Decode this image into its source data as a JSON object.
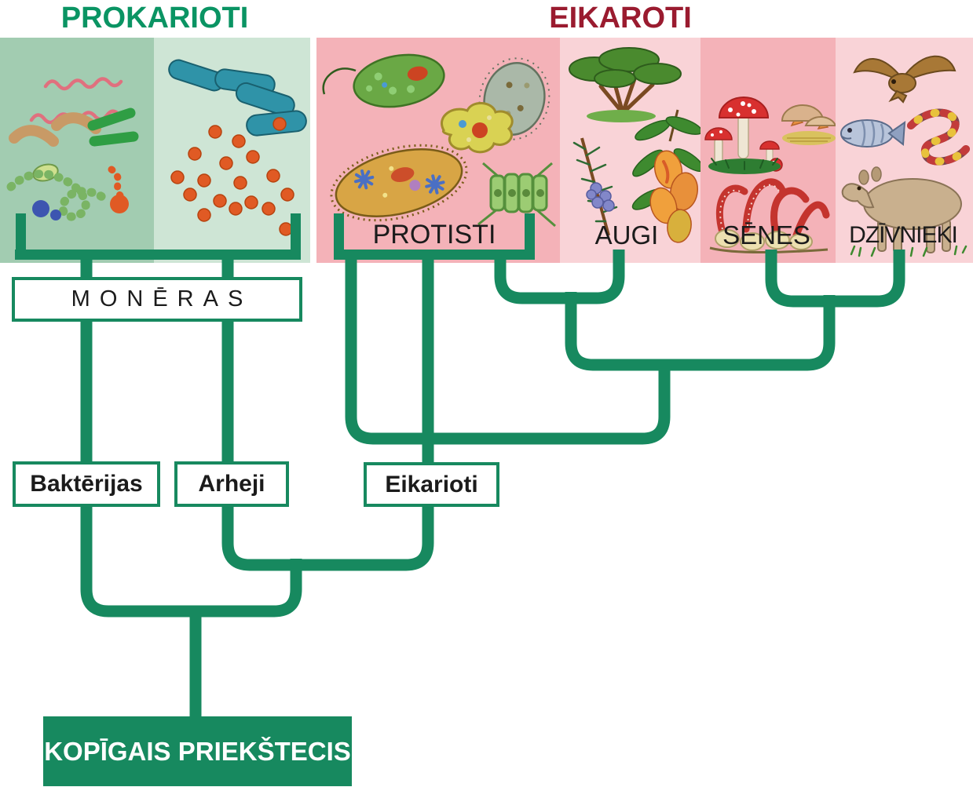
{
  "header": {
    "prokaryotes_title": "PROKARIOTI",
    "eukaryotes_title": "EIKAROTI"
  },
  "kingdoms": {
    "protists": "PROTISTI",
    "plants": "AUGI",
    "fungi": "SĒNES",
    "animals": "DZĪVNIEKI"
  },
  "nodes": {
    "moneras": "MONĒRAS",
    "bacteria": "Baktērijas",
    "archaea": "Arheji",
    "eukaryotes": "Eikarioti",
    "common_ancestor": "KOPĪGAIS PRIEKŠTECIS"
  },
  "colors": {
    "tree_line": "#17895f",
    "prokaryote_title": "#0a9463",
    "eukaryote_title": "#9a1b2f",
    "panel_green_dark": "#a2ccb1",
    "panel_green_light": "#cee5d5",
    "panel_pink_dark": "#f4b2b8",
    "panel_pink_light": "#f9d3d7",
    "ancestor_box_fill": "#17895f",
    "label_text": "#1b1b1b"
  },
  "illustrations": {
    "panel1": "mixed-bacteria (spirochetes, vibrios, rods, cocci chains)",
    "panel2": "archaea rods and cocci",
    "panel3": "protists (euglena, amoeba, ciliates, desmid)",
    "panel4": "plants (tree, juniper, mango)",
    "panel5": "fungi (fly agaric, boletus, stinkhorn)",
    "panel6": "animals (owl, fish, coral snake, tapir)"
  }
}
